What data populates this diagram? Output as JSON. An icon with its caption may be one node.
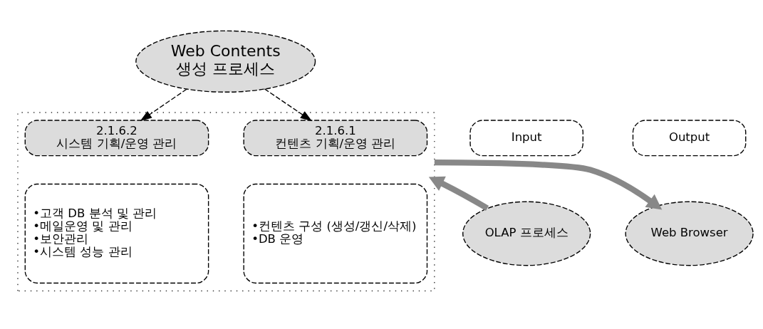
{
  "diagram": {
    "nodes": [
      {
        "text": [
          "Web Contents",
          "생성 프로세스"
        ]
      },
      {
        "text": [],
        "shape": "box"
      },
      {
        "text": [
          "2.1.6.1",
          "컨텐츠 기획/운영 관리"
        ],
        "in": 1
      },
      {
        "text": [
          "•컨텐츠 구성 (생성/갱신/삭제)",
          "•DB 운영"
        ],
        "in": 1
      },
      {
        "text": [
          "2.1.6.2",
          "시스템 기획/운영 관리"
        ],
        "in": 1
      },
      {
        "text": [
          "•고객 DB 분석 및 관리",
          "•메일운영 및 관리",
          "•보안관리",
          "•시스템 성능 관리"
        ],
        "in": 1
      },
      {
        "text": [
          "Input"
        ]
      },
      {
        "text": [
          "OLAP 프로세스"
        ]
      },
      {
        "text": [
          "Output"
        ]
      },
      {
        "text": [
          "Web Browser"
        ]
      }
    ],
    "edges": [
      {
        "from": 0,
        "to": 2,
        "arrow": "to",
        "style": "dashed"
      },
      {
        "from": 0,
        "to": 4,
        "arrow": "to",
        "style": "dashed"
      },
      {
        "from": 7,
        "to": 1,
        "arrow": "to",
        "style": "thick",
        "color": "#888888"
      },
      {
        "from": 1,
        "to": 9,
        "arrow": "to",
        "style": "thick",
        "color": "#888888"
      }
    ]
  }
}
